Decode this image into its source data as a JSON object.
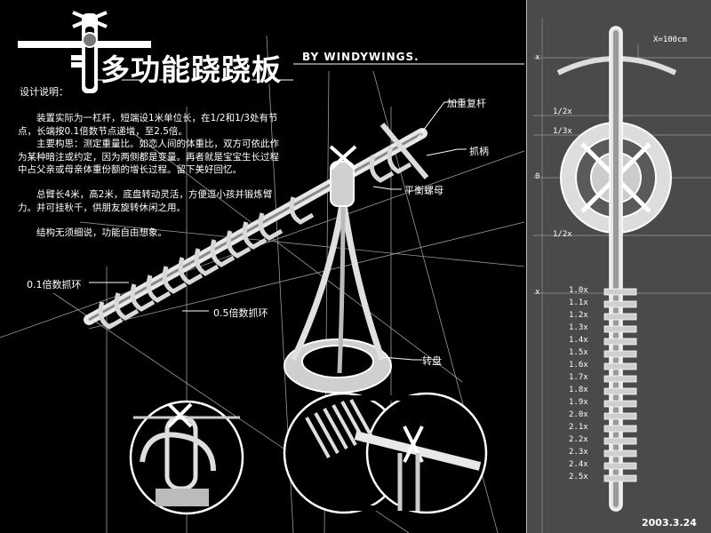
{
  "title": "多功能跷跷板",
  "byline": "BY WINDYWINGS.",
  "intro_heading": "设计说明：",
  "paragraphs": [
    "装置实际为一杠杆，短端设1米单位长，在1/2和1/3处有节点，长端按0.1倍数节点递增，至2.5倍。",
    "主要构思：测定重量比。如恋人间的体重比，双方可依此作为某种暗注或约定，因为两侧都是变量。再者就是宝宝生长过程中占父亲或母亲体重份额的增长过程。留下美好回忆。",
    "总臂长4米，高2米，底盘转动灵活，方便逗小孩并锻炼臂力。并可挂秋千，供朋友旋转休闲之用。",
    "结构无须细说，功能自由想象。"
  ],
  "callouts": {
    "weight_rod": "加重复杆",
    "handle": "抓柄",
    "balance_nut": "平衡螺母",
    "ring_01": "0.1倍数抓环",
    "ring_05": "0.5倍数抓环",
    "turntable": "转盘"
  },
  "side_panel": {
    "scale_note": "X=100cm",
    "x_top": "x",
    "half": "1/2x",
    "third": "1/3x",
    "zero": "0",
    "half_lower": "1/2x",
    "x_lower": "x",
    "ticks": [
      "1.0x",
      "1.1x",
      "1.2x",
      "1.3x",
      "1.4x",
      "1.5x",
      "1.6x",
      "1.7x",
      "1.8x",
      "1.9x",
      "2.0x",
      "2.1x",
      "2.2x",
      "2.3x",
      "2.4x",
      "2.5x"
    ]
  },
  "date": "2003.3.24",
  "colors": {
    "background": "#000000",
    "side_panel": "#4a4a4a",
    "line": "#ffffff",
    "model": "#d8d8d8"
  }
}
